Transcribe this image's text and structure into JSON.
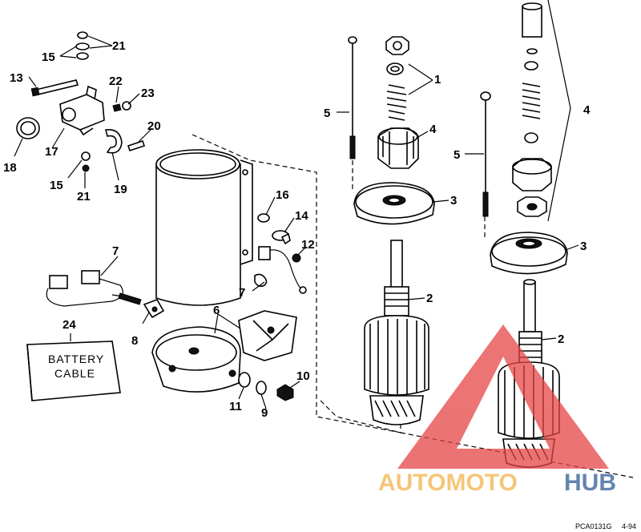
{
  "diagram": {
    "callouts": {
      "c1": "1",
      "c2a": "2",
      "c2b": "2",
      "c3a": "3",
      "c3b": "3",
      "c4a": "4",
      "c4b": "4",
      "c5a": "5",
      "c5b": "5",
      "c6": "6",
      "c7a": "7",
      "c7b": "7",
      "c8": "8",
      "c9": "9",
      "c10": "10",
      "c11": "11",
      "c12": "12",
      "c13": "13",
      "c14": "14",
      "c15a": "15",
      "c15b": "15",
      "c16": "16",
      "c17": "17",
      "c18": "18",
      "c19": "19",
      "c20": "20",
      "c21a": "21",
      "c21b": "21",
      "c22": "22",
      "c23": "23",
      "c24": "24"
    },
    "battery_label": {
      "line1": "BATTERY",
      "line2": "CABLE"
    },
    "drawing_code": "PCA0131G",
    "page_code": "4-94"
  },
  "watermark": {
    "part1": "AUTOMOTO",
    "part2": "HUB",
    "colors": {
      "triangle": "#e64545",
      "part1": "#f2b24a",
      "part2": "#2f5c93"
    }
  }
}
